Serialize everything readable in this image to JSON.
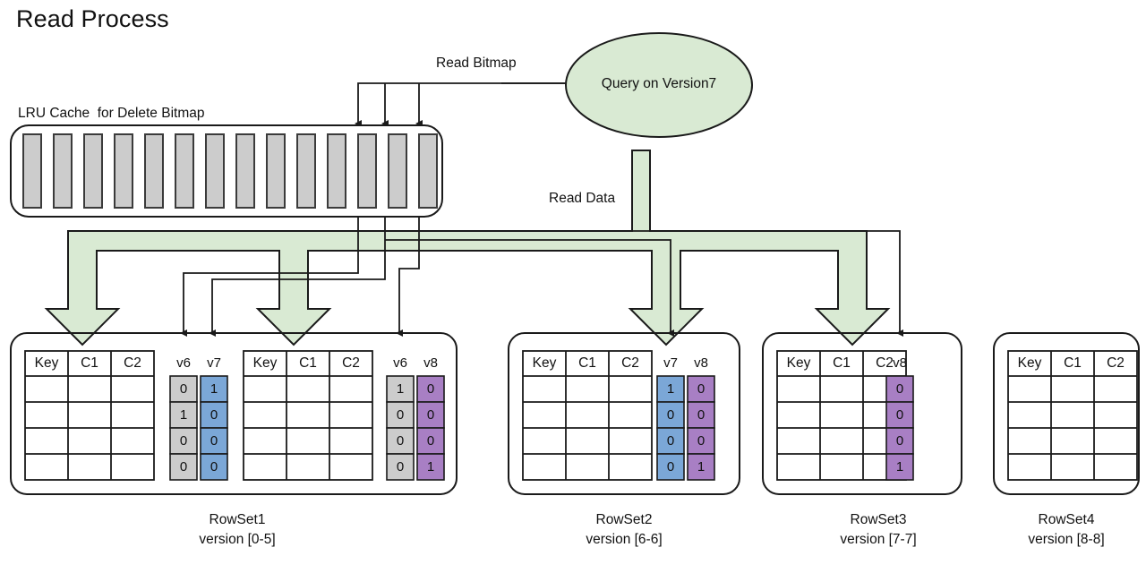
{
  "title": "Read Process",
  "cache": {
    "label": "LRU Cache  for Delete Bitmap",
    "slot_count": 14,
    "highlighted_slots": [
      11,
      12,
      13
    ],
    "slot_fill": "#cccccc",
    "slot_stroke": "#3b3b3b"
  },
  "query": {
    "label": "Query on Version7",
    "fill": "#d9ead3",
    "stroke": "#1a1a1a"
  },
  "edges": {
    "read_bitmap": "Read Bitmap",
    "read_data": "Read Data",
    "pipe_fill": "#d9ead3",
    "pipe_stroke": "#1a1a1a",
    "wire_stroke": "#1a1a1a"
  },
  "table": {
    "headers": [
      "Key",
      "C1",
      "C2"
    ],
    "row_count": 4,
    "cell_values": [
      "",
      "",
      ""
    ]
  },
  "colors": {
    "gray": "#cccccc",
    "blue": "#7ba7d7",
    "purple": "#a87fc4",
    "cell_stroke": "#1a1a1a",
    "box_stroke": "#1a1a1a"
  },
  "rowsets": [
    {
      "name": "RowSet1",
      "version": "version [0-5]",
      "groups": [
        {
          "bitmaps": [
            {
              "label": "v6",
              "color": "gray",
              "values": [
                "0",
                "1",
                "0",
                "0"
              ]
            },
            {
              "label": "v7",
              "color": "blue",
              "values": [
                "1",
                "0",
                "0",
                "0"
              ]
            }
          ]
        },
        {
          "bitmaps": [
            {
              "label": "v6",
              "color": "gray",
              "values": [
                "1",
                "0",
                "0",
                "0"
              ]
            },
            {
              "label": "v8",
              "color": "purple",
              "values": [
                "0",
                "0",
                "0",
                "1"
              ]
            }
          ]
        }
      ]
    },
    {
      "name": "RowSet2",
      "version": "version [6-6]",
      "groups": [
        {
          "bitmaps": [
            {
              "label": "v7",
              "color": "blue",
              "values": [
                "1",
                "0",
                "0",
                "0"
              ]
            },
            {
              "label": "v8",
              "color": "purple",
              "values": [
                "0",
                "0",
                "0",
                "1"
              ]
            }
          ]
        }
      ]
    },
    {
      "name": "RowSet3",
      "version": "version [7-7]",
      "groups": [
        {
          "bitmaps": [
            {
              "label": "v8",
              "color": "purple",
              "values": [
                "0",
                "0",
                "0",
                "1"
              ]
            }
          ]
        }
      ]
    },
    {
      "name": "RowSet4",
      "version": "version [8-8]",
      "groups": [
        {
          "bitmaps": []
        }
      ]
    }
  ]
}
